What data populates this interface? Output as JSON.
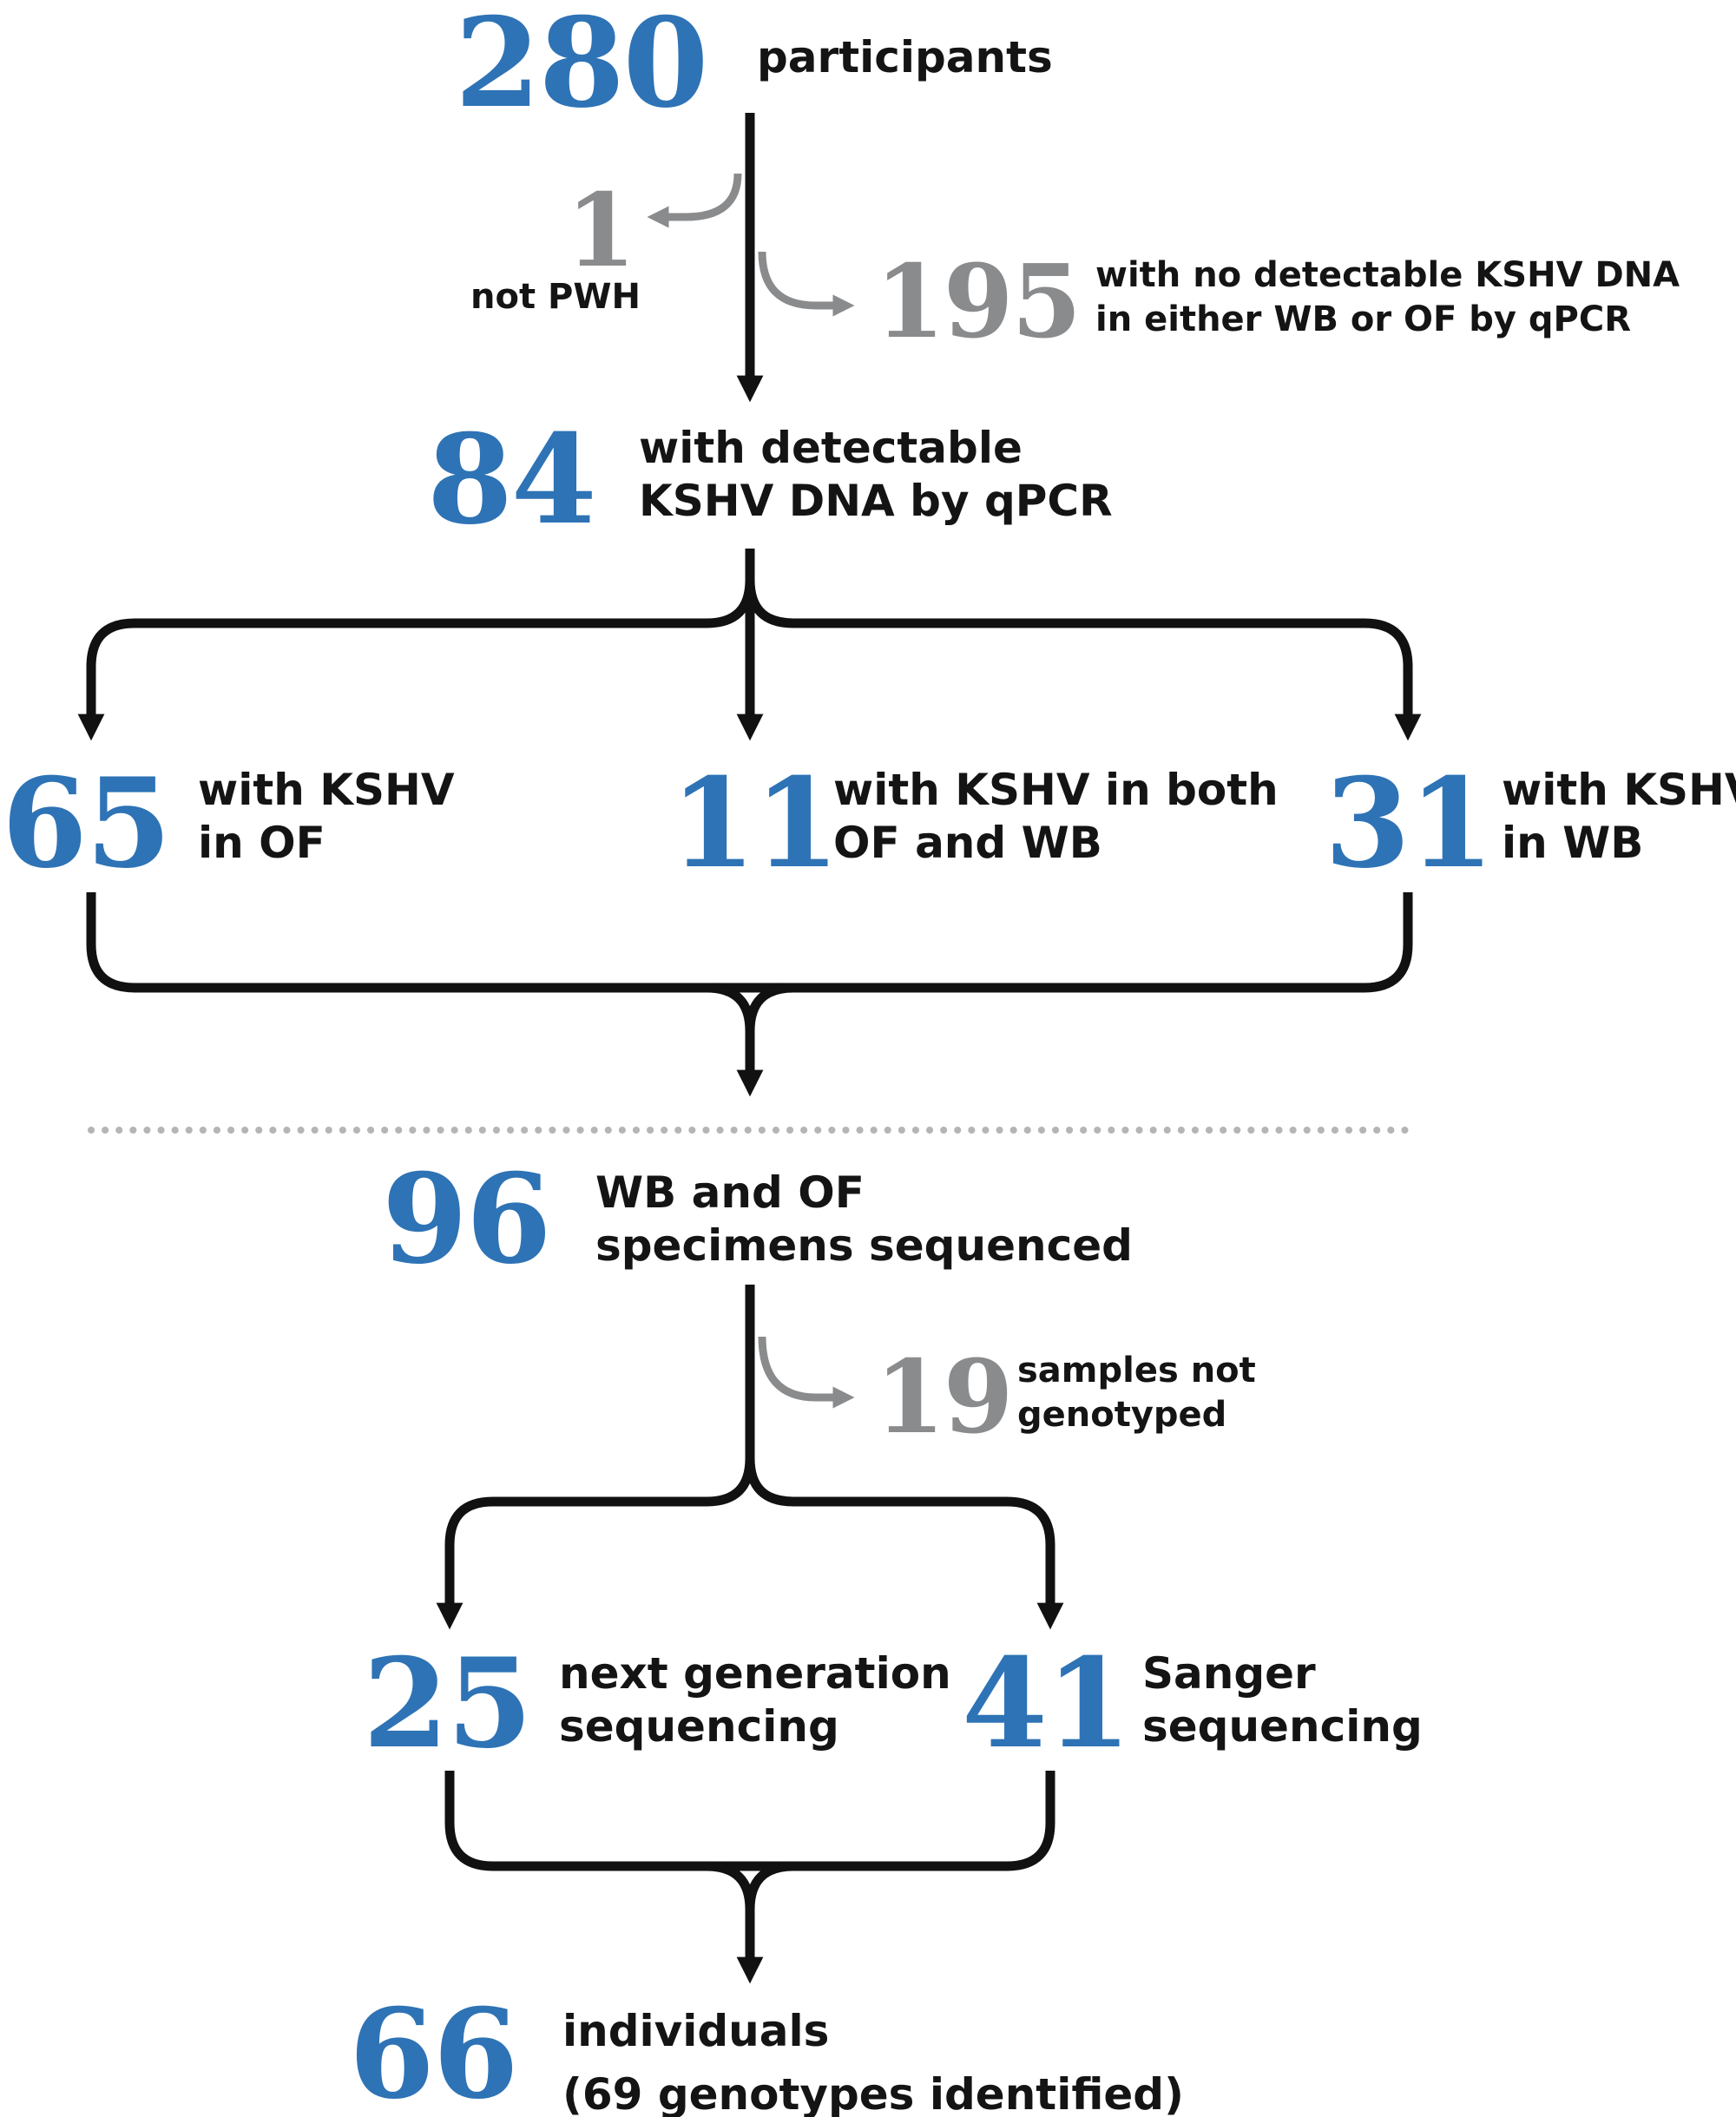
{
  "colors": {
    "accent": "#2e73b5",
    "muted": "#8a8b8d",
    "line": "#111111",
    "dots": "#b5b5b5"
  },
  "nodes": {
    "participants": {
      "count": "280",
      "line1": "participants"
    },
    "not_pwh": {
      "count": "1",
      "line1": "not PWH"
    },
    "no_kshv": {
      "count": "195",
      "line1": "with no detectable KSHV DNA",
      "line2": "in either WB or OF by qPCR"
    },
    "detectable": {
      "count": "84",
      "line1": "with detectable",
      "line2": "KSHV DNA by qPCR"
    },
    "in_of": {
      "count": "65",
      "line1": "with KSHV",
      "line2": "in OF"
    },
    "both": {
      "count": "11",
      "line1": "with KSHV in both",
      "line2": "OF and WB"
    },
    "in_wb": {
      "count": "31",
      "line1": "with KSHV",
      "line2": "in WB"
    },
    "sequenced": {
      "count": "96",
      "line1": "WB and OF",
      "line2": "specimens sequenced"
    },
    "not_genotyped": {
      "count": "19",
      "line1": "samples not",
      "line2": "genotyped"
    },
    "ngs": {
      "count": "25",
      "line1": "next generation",
      "line2": "sequencing"
    },
    "sanger": {
      "count": "41",
      "line1": "Sanger",
      "line2": "sequencing"
    },
    "individuals": {
      "count": "66",
      "line1": "individuals",
      "line2": "(69 genotypes identified)"
    }
  }
}
